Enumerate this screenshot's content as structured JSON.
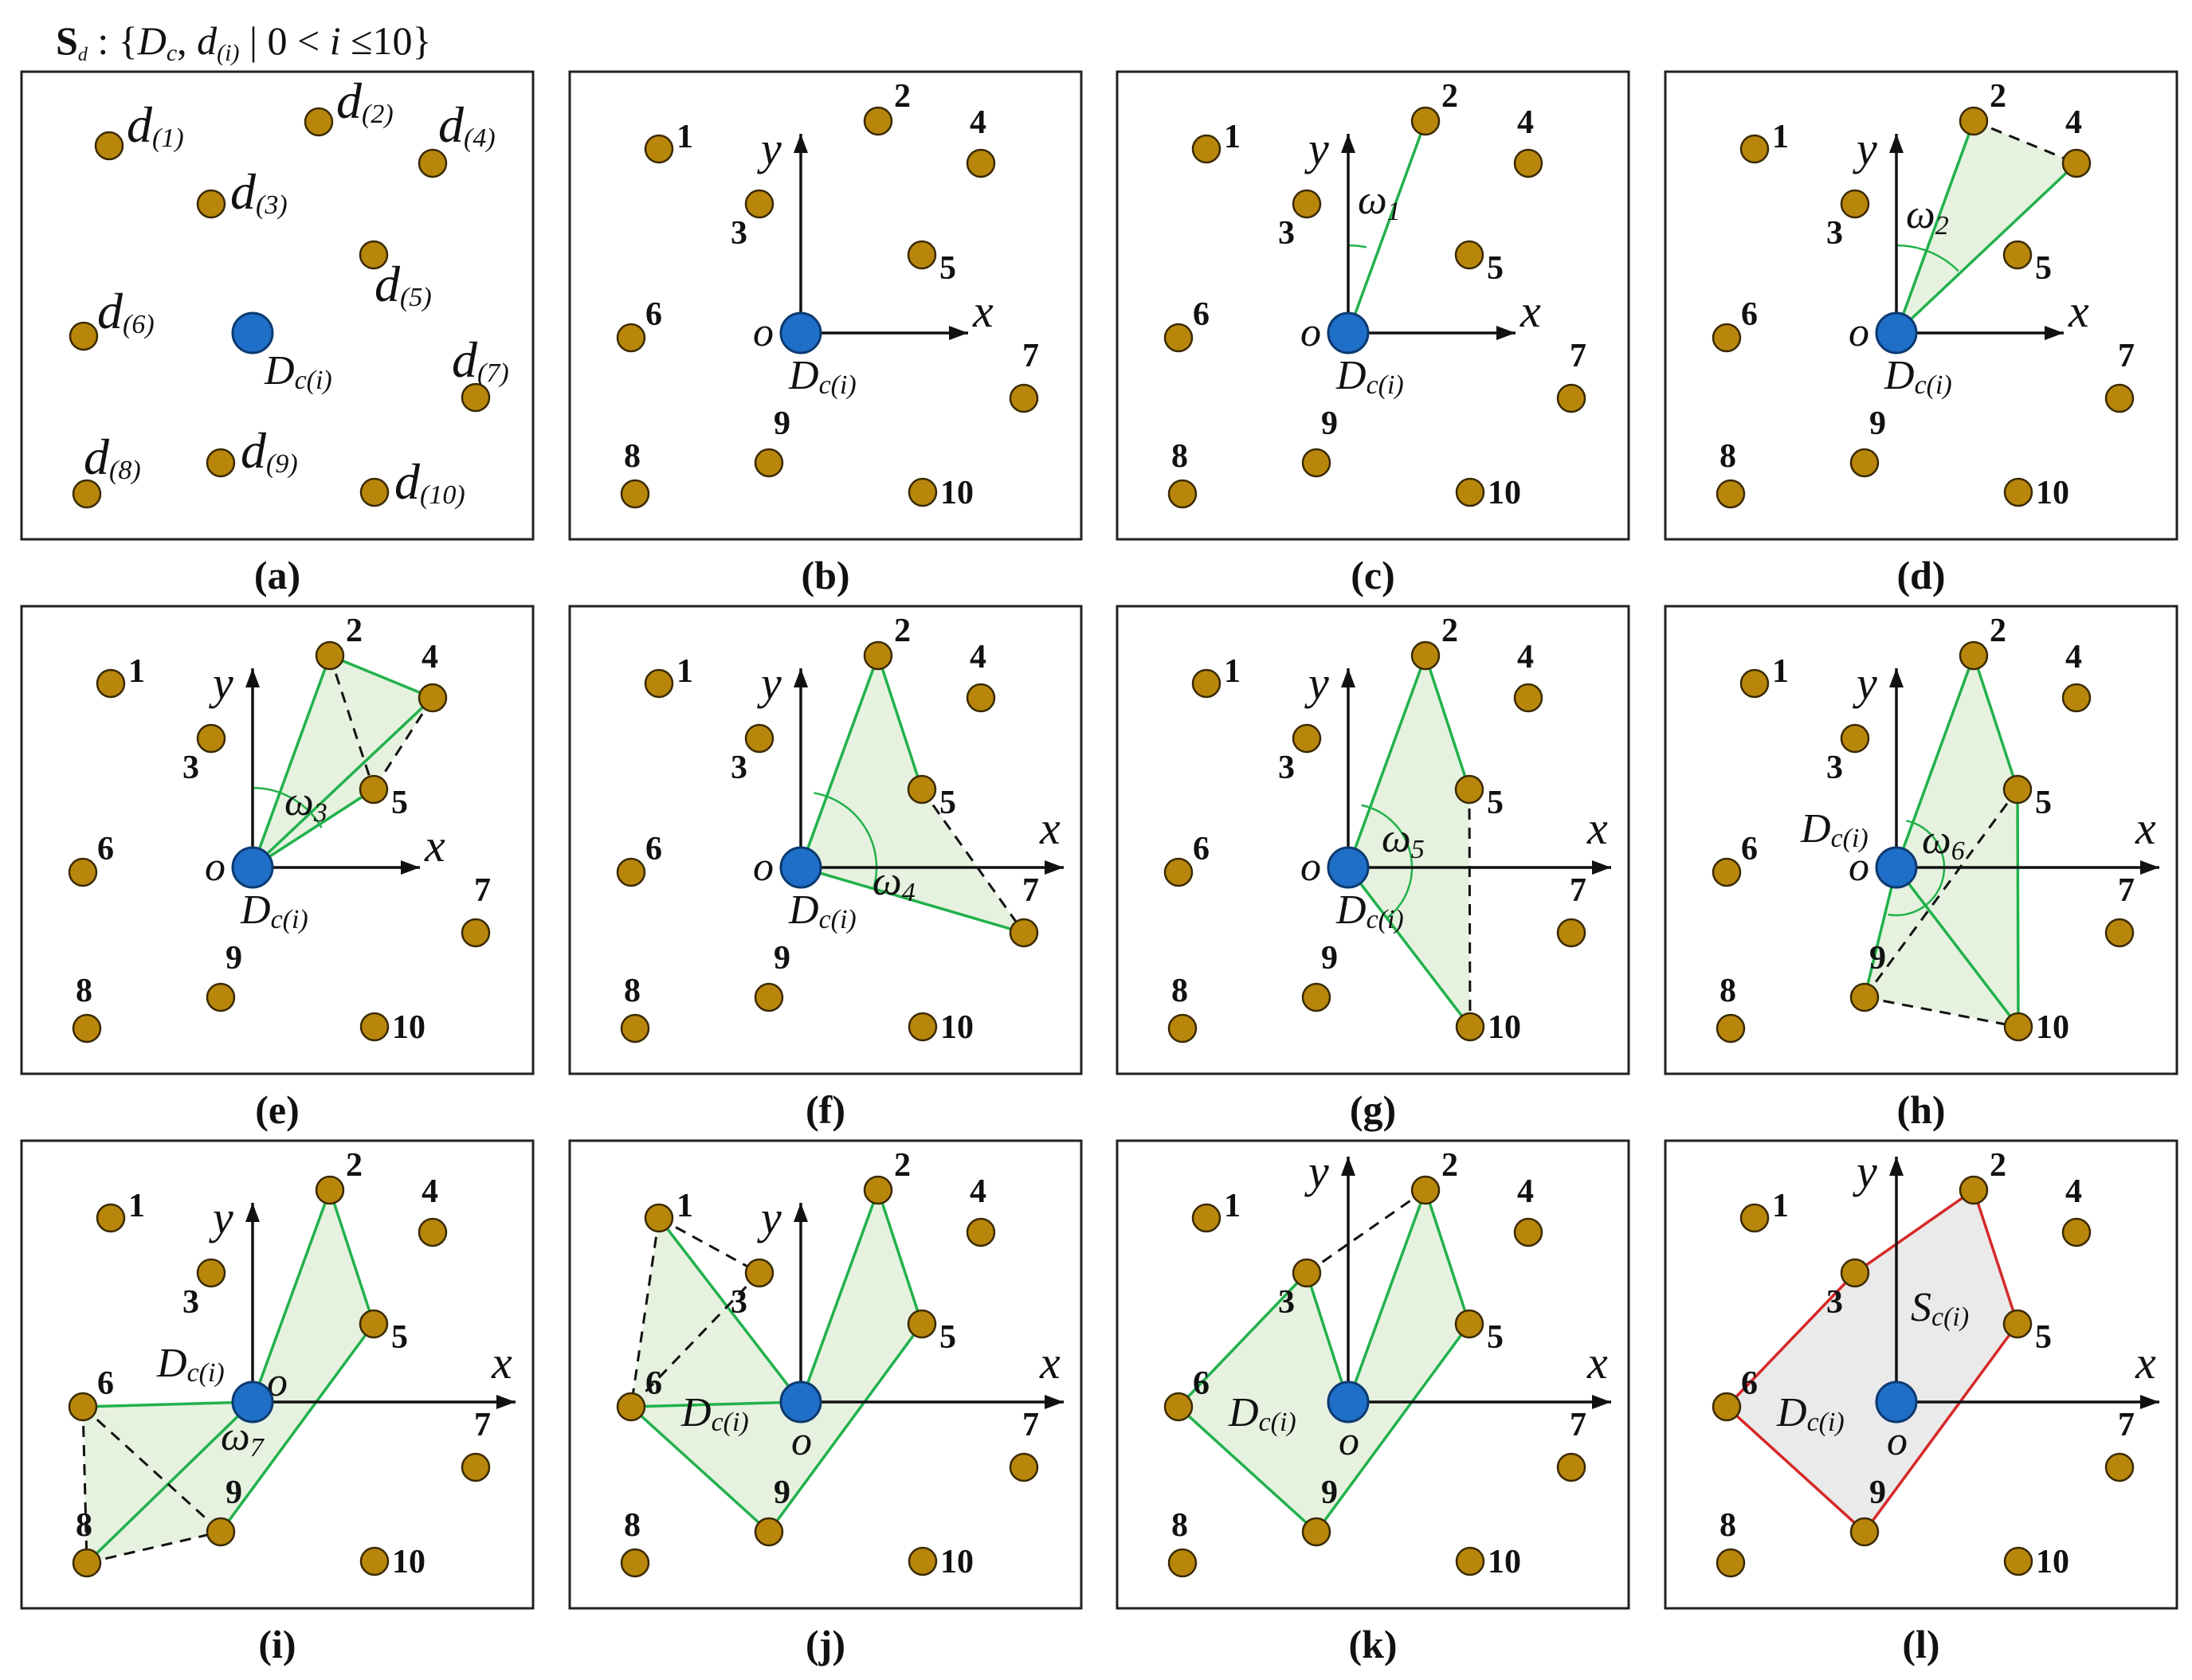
{
  "title": {
    "S": "S",
    "d": "d",
    "colon_open": " : {",
    "Dc_D": "D",
    "Dc_c": "c",
    "comma": ", ",
    "d_of_i": "d",
    "paren_i": "(i)",
    "condition": " | 0 < ",
    "i": "i",
    "le10": " ≤10}"
  },
  "captions": [
    "(a)",
    "(b)",
    "(c)",
    "(d)",
    "(e)",
    "(f)",
    "(g)",
    "(h)",
    "(i)",
    "(j)",
    "(k)",
    "(l)"
  ],
  "point_numbers": [
    "1",
    "2",
    "3",
    "4",
    "5",
    "6",
    "7",
    "8",
    "9",
    "10"
  ],
  "panel_a_labels": {
    "d": "d",
    "subs": [
      "(1)",
      "(2)",
      "(3)",
      "(4)",
      "(5)",
      "(6)",
      "(7)",
      "(8)",
      "(9)",
      "(10)"
    ],
    "center_D": "D",
    "center_sub": "c(i)"
  },
  "axis_labels": {
    "x": "x",
    "y": "y",
    "origin": "o"
  },
  "center_label": {
    "D": "D",
    "sub": "c(i)"
  },
  "omegas": [
    {
      "w": "ω",
      "n": "1"
    },
    {
      "w": "ω",
      "n": "2"
    },
    {
      "w": "ω",
      "n": "3"
    },
    {
      "w": "ω",
      "n": "4"
    },
    {
      "w": "ω",
      "n": "5"
    },
    {
      "w": "ω",
      "n": "6"
    },
    {
      "w": "ω",
      "n": "7"
    }
  ],
  "result_label": {
    "S": "S",
    "sub": "c(i)"
  },
  "colors": {
    "point": "#B8860B",
    "center": "#1F6FC8",
    "green": "#22B14C",
    "fill": "#E2F0D9",
    "red": "#D62828",
    "grey_fill": "#E8E8E8"
  }
}
